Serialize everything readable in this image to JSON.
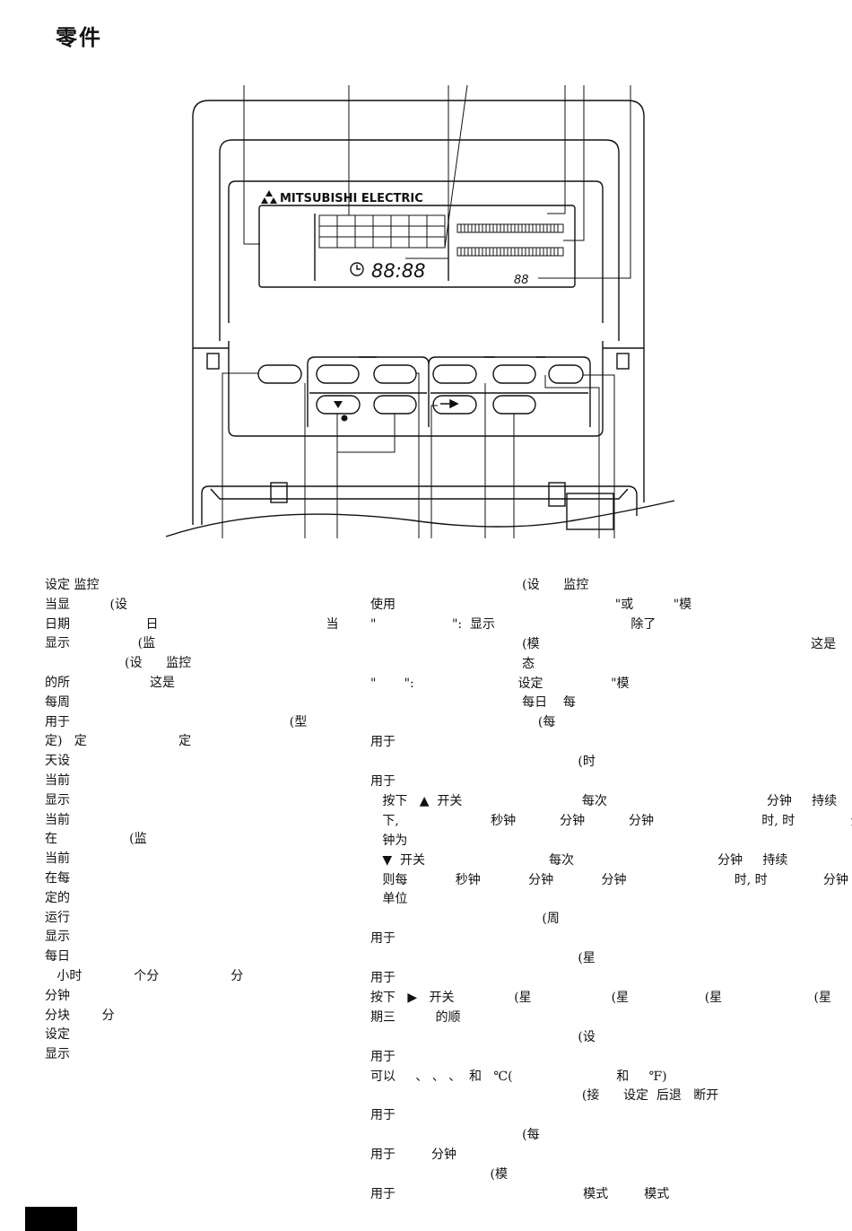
{
  "page": {
    "title": "零件"
  },
  "diagram": {
    "brand": "MITSUBISHI ELECTRIC",
    "clock": "88:88",
    "temp": "88"
  },
  "left_column": [
    "设定 监控",
    "当显          (设",
    "日期                   日                                          当",
    "显示                 (监",
    "                    (设      监控",
    "的所                    这是",
    "每周",
    "用于                                                       (型",
    "定)   定                       定",
    "天设",
    "当前",
    "显示",
    "当前",
    "在                  (监",
    "当前",
    "在每",
    "定的",
    "运行",
    "显示",
    "每日",
    "   小时             个分                  分",
    "分钟",
    "分块        分",
    "设定",
    "显示"
  ],
  "right_column": [
    "                                      (设      监控",
    "使用                                                       \"或          \"模",
    "\"                   \":  显示                                  除了",
    "                                      (模                                                                    这是",
    "                                      态",
    "\"       \":                          设定                 \"模",
    "                                      每日    每",
    "                                          (每",
    "用于",
    "                                                    (时",
    "用于",
    "   按下   ▲  开关                              每次                                        分钟     持续",
    "   下,                       秒钟           分钟           分钟                           时, 时              分",
    "   钟为",
    "   ▼  开关                               每次                                    分钟     持续",
    "   则每            秒钟            分钟            分钟                           时, 时              分钟",
    "   单位",
    "                                           (周",
    "用于",
    "                                                    (星",
    "用于",
    "按下   ▶   开关               (星                    (星                   (星                       (星",
    "期三          的顺",
    "                                                    (设",
    "用于",
    "可以     、 、 、  和   ℃(                          和     ℉)",
    "                                                     (接      设定  后退   断开",
    "用于",
    "                                      (每",
    "用于         分钟",
    "                              (模",
    "用于                                               模式         模式"
  ]
}
